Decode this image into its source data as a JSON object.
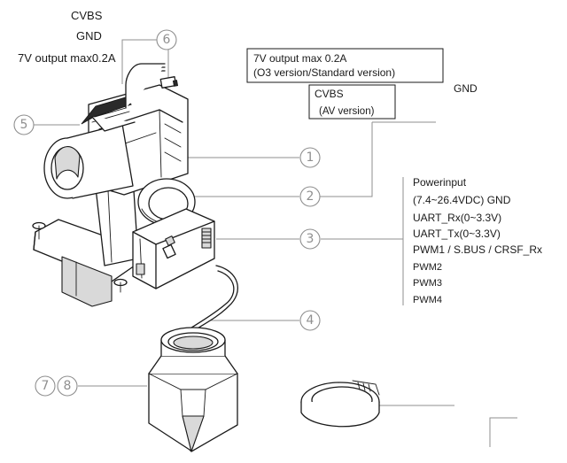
{
  "labels": {
    "top_left": [
      "CVBS",
      "GND",
      "7V output max0.2A"
    ],
    "box_o3": [
      "7V output max 0.2A",
      "(O3 version/Standard version)"
    ],
    "box_av": [
      "CVBS",
      "(AV version)"
    ],
    "gnd_right": "GND",
    "port_list": [
      "Powerinput",
      "(7.4~26.4VDC) GND",
      "UART_Rx(0~3.3V)",
      "UART_Tx(0~3.3V)",
      "PWM1 / S.BUS / CRSF_Rx",
      "PWM2",
      "PWM3",
      "PWM4"
    ]
  },
  "callouts": [
    "1",
    "2",
    "3",
    "4",
    "5",
    "6",
    "7",
    "8"
  ]
}
